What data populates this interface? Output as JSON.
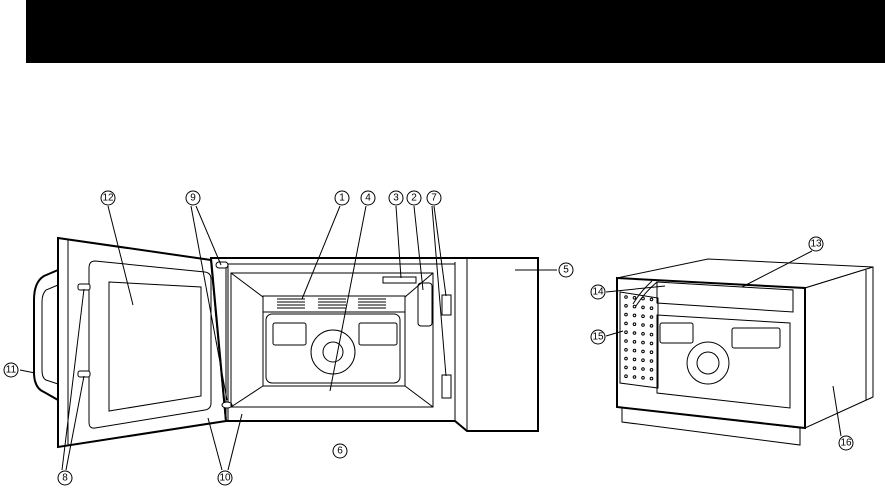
{
  "callouts": {
    "c1": "1",
    "c2": "2",
    "c3": "3",
    "c4": "4",
    "c5": "5",
    "c6": "6",
    "c7": "7",
    "c8": "8",
    "c9": "9",
    "c10": "10",
    "c11": "11",
    "c12": "12",
    "c13": "13",
    "c14": "14",
    "c15": "15",
    "c16": "16"
  },
  "colors": {
    "header": "#000000",
    "line": "#000000",
    "background": "#ffffff"
  }
}
